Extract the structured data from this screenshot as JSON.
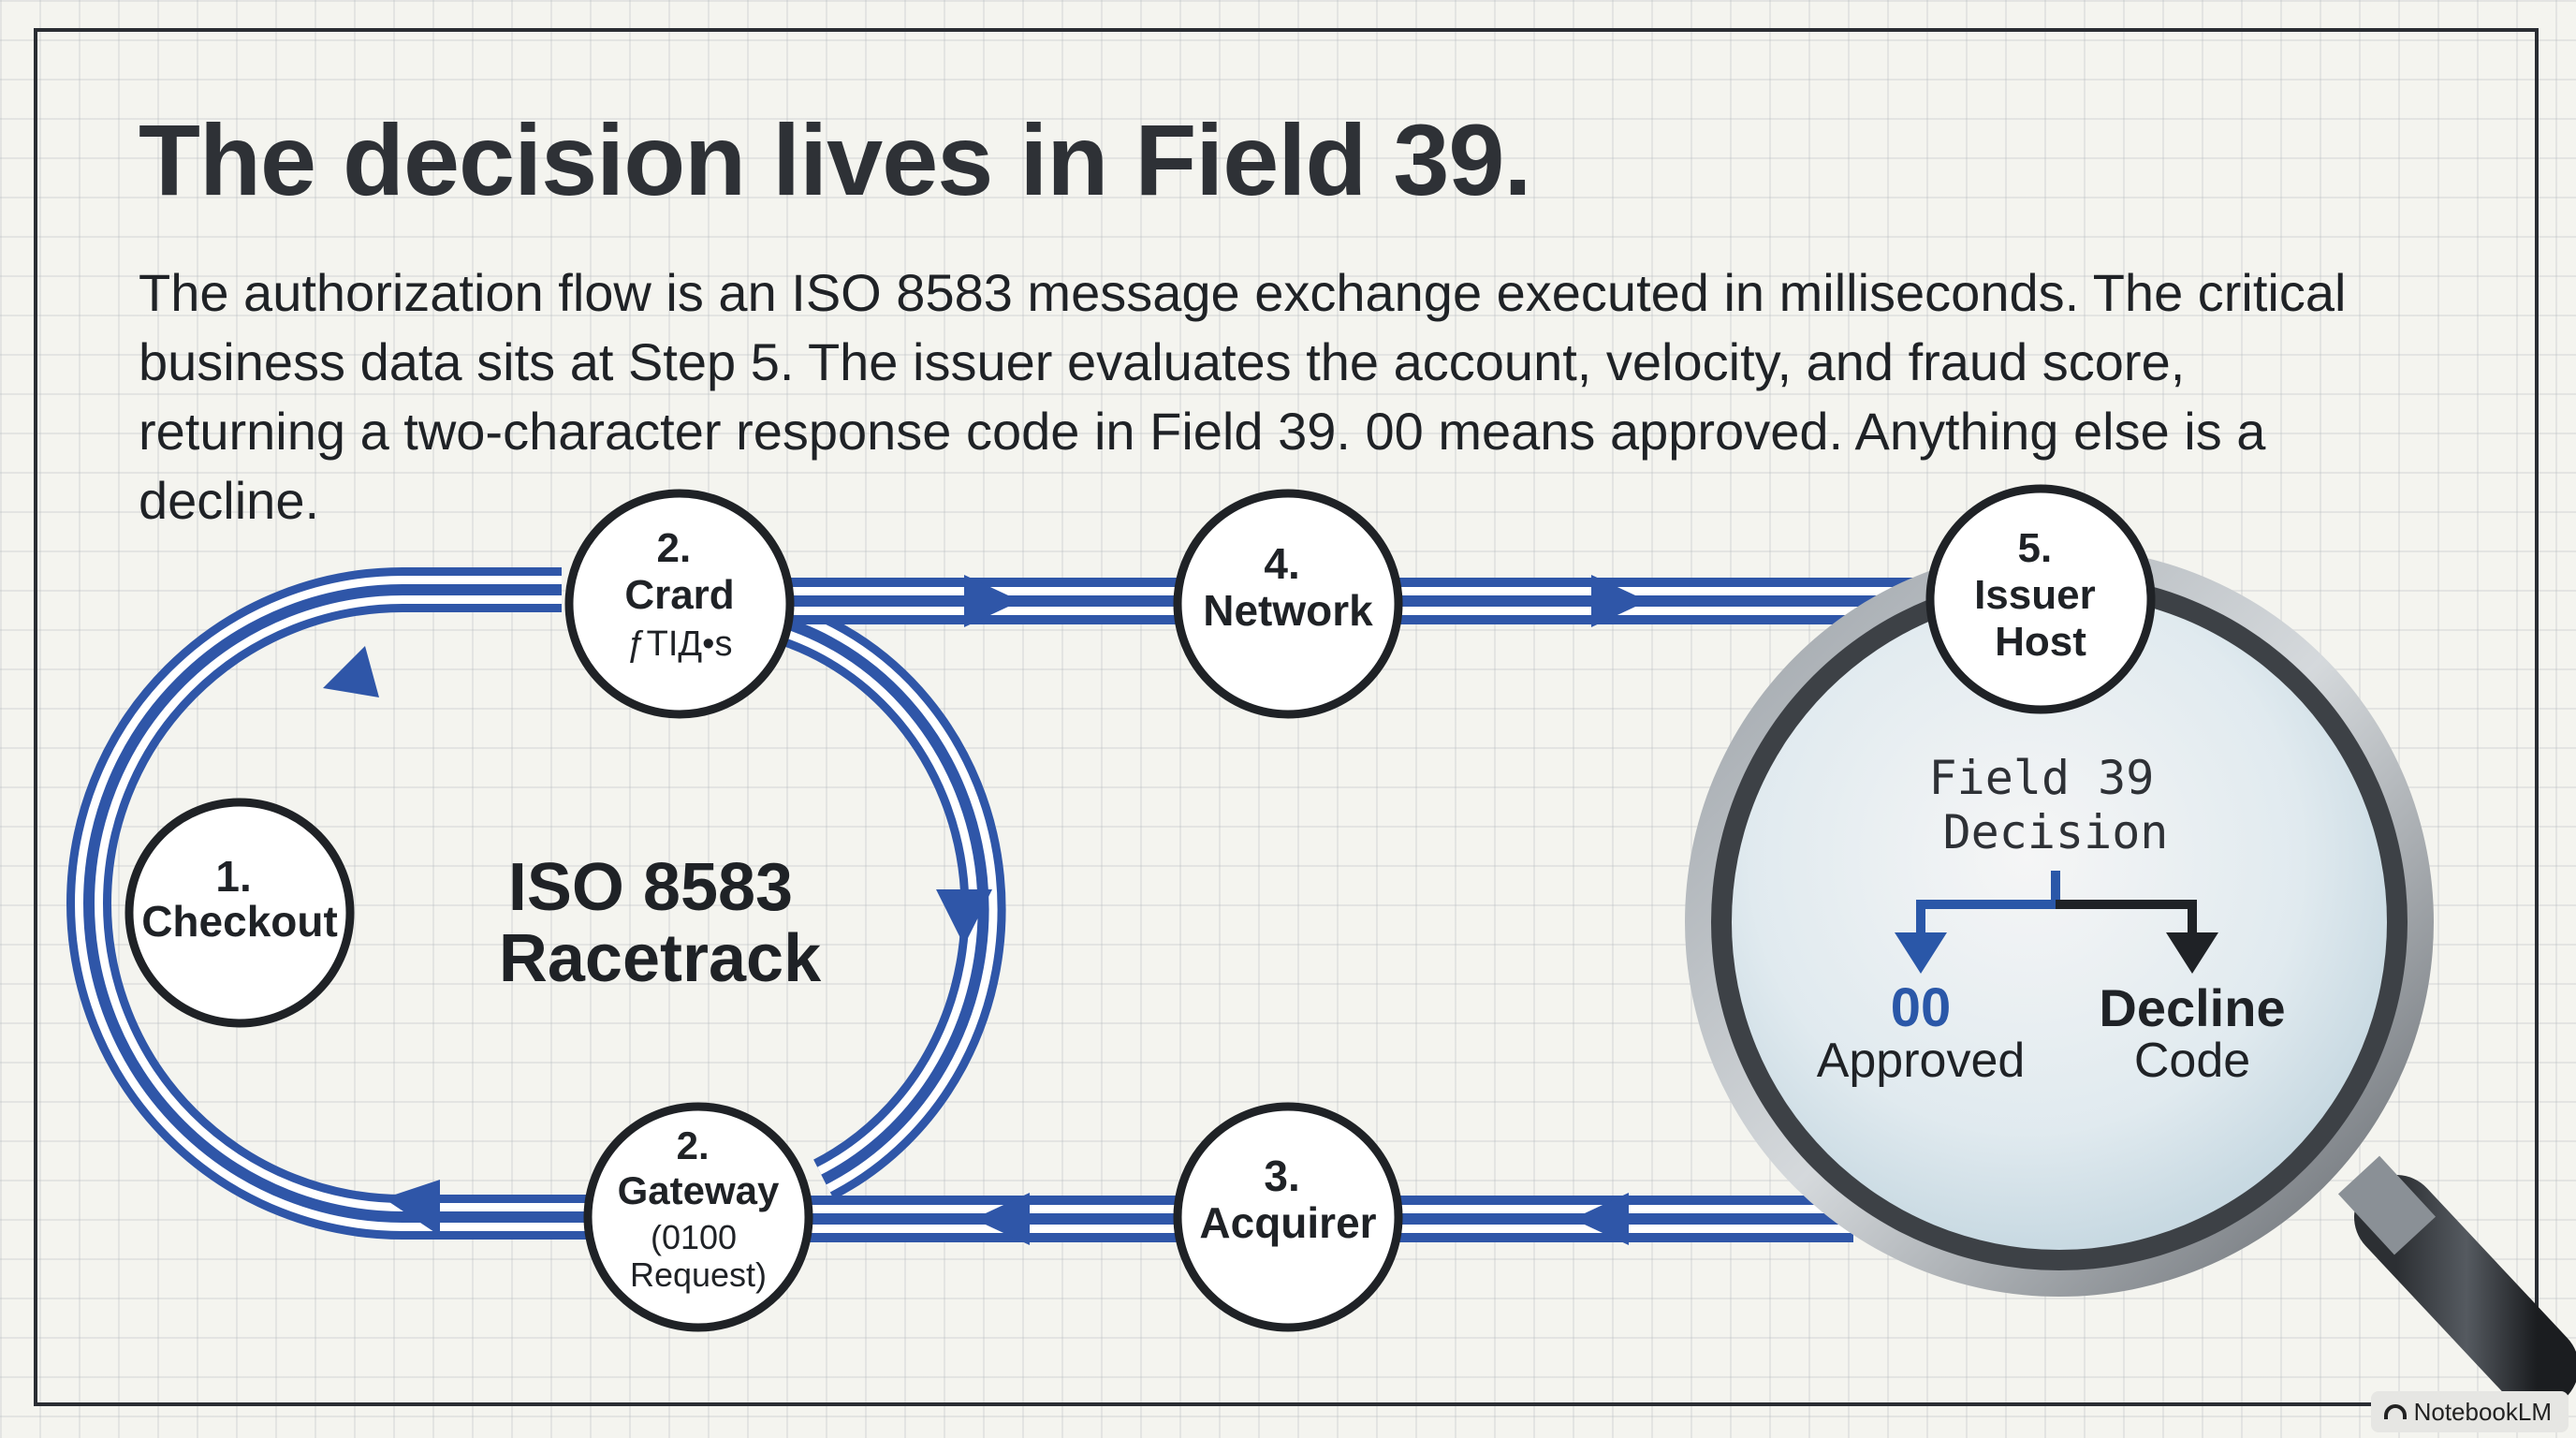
{
  "title": "The decision lives in Field 39.",
  "intro": "The authorization flow is an ISO 8583 message exchange executed in milliseconds. The critical business data sits at Step 5. The issuer evaluates the account, velocity, and fraud score, returning a two-character response code in Field 39. 00 means approved. Anything else is a decline.",
  "racetrack_label": {
    "line1": "ISO 8583",
    "line2": "Racetrack"
  },
  "nodes": {
    "checkout": {
      "line1": "1.",
      "line2": "Checkout"
    },
    "card": {
      "line1": "2.",
      "line2": "Crard",
      "line3": "ƒТӀД•s"
    },
    "gateway": {
      "line1": "2.",
      "line2": "Gateway",
      "line3": "(0100",
      "line4": "Request)"
    },
    "network": {
      "line1": "4.",
      "line2": "Network"
    },
    "acquirer": {
      "line1": "3.",
      "line2": "Acquirer"
    },
    "issuer": {
      "line1": "5.",
      "line2": "Issuer",
      "line3": "Host"
    }
  },
  "decision": {
    "heading_line1": "Field 39",
    "heading_line2": "Decision",
    "approved_code": "00",
    "approved_label": "Approved",
    "decline_line1": "Decline",
    "decline_line2": "Code"
  },
  "badge": "NotebookLM",
  "colors": {
    "track_blue": "#2f56a8",
    "ink": "#1f2226",
    "decision_blue": "#2a57a8",
    "lens_rim": "#6f757c"
  },
  "icons": {
    "arrow": "triangle-arrow-icon",
    "lens": "magnifying-glass-icon",
    "badge": "notebooklm-logo-icon"
  }
}
